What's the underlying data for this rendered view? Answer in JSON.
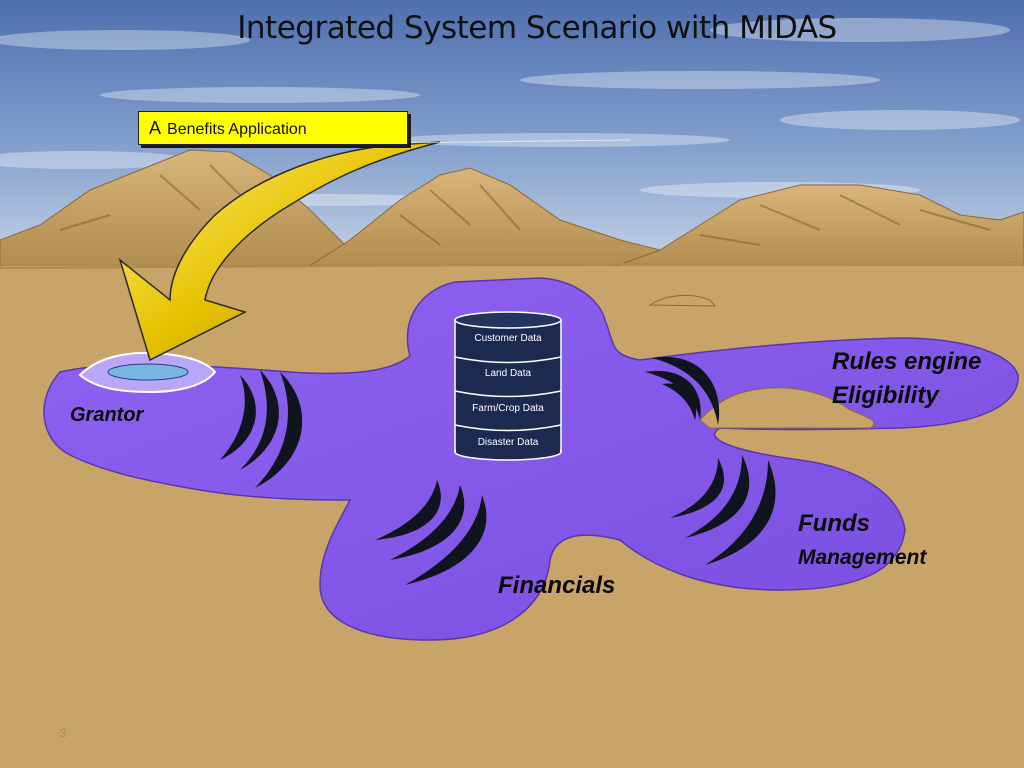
{
  "slide": {
    "title": "Integrated System Scenario with MIDAS",
    "callout": {
      "letter": "A",
      "text": "Benefits Application"
    },
    "labels": {
      "grantor": "Grantor",
      "rules_line1": "Rules engine",
      "rules_line2": "Eligibility",
      "funds_line1": "Funds",
      "funds_line2": "Management",
      "financials": "Financials"
    },
    "database": {
      "segments": [
        "Customer Data",
        "Land Data",
        "Farm/Crop Data",
        "Disaster Data"
      ]
    },
    "page_number": "3"
  },
  "colors": {
    "sky": "#6f8fc0",
    "sand": "#c9a468",
    "lake": "#8a5cf0",
    "callout": "#ffff00",
    "arrow": "#e6c200",
    "database": "#1c2a52"
  }
}
